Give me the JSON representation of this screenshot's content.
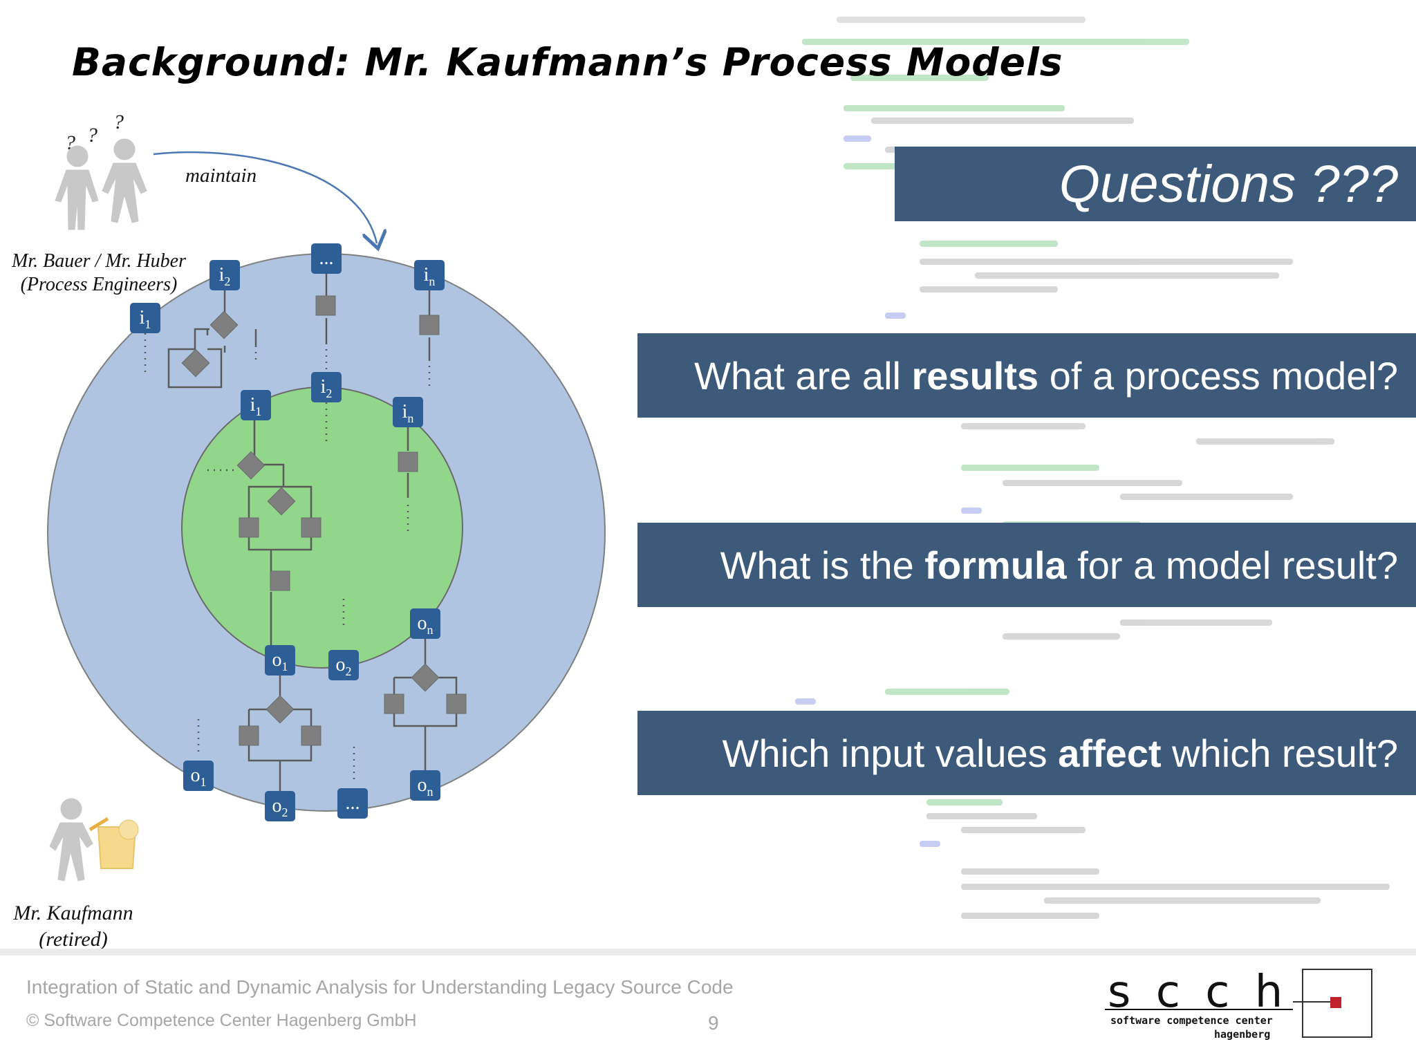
{
  "slide": {
    "title": "Background: Mr. Kaufmann’s Process Models",
    "page_number": "9"
  },
  "diagram": {
    "maintain_label": "maintain",
    "question_marks": [
      "?",
      "?",
      "?"
    ],
    "engineers_caption_line1": "Mr. Bauer / Mr. Huber",
    "engineers_caption_line2": "(Process Engineers)",
    "retired_caption_line1": "Mr. Kaufmann",
    "retired_caption_line2": "(retired)",
    "outer_inputs": [
      {
        "base": "i",
        "sub": "1"
      },
      {
        "base": "i",
        "sub": "2"
      },
      {
        "base": "...",
        "sub": ""
      },
      {
        "base": "i",
        "sub": "n"
      }
    ],
    "inner_inputs": [
      {
        "base": "i",
        "sub": "1"
      },
      {
        "base": "i",
        "sub": "2"
      },
      {
        "base": "i",
        "sub": "n"
      }
    ],
    "inner_outputs": [
      {
        "base": "o",
        "sub": "1"
      },
      {
        "base": "o",
        "sub": "2"
      },
      {
        "base": "o",
        "sub": "n"
      }
    ],
    "outer_outputs": [
      {
        "base": "o",
        "sub": "1"
      },
      {
        "base": "o",
        "sub": "2"
      },
      {
        "base": "...",
        "sub": ""
      },
      {
        "base": "o",
        "sub": "n"
      }
    ],
    "colors": {
      "outer_circle": "#afc4e1",
      "inner_circle": "#92d68c",
      "node": "#2d5f96",
      "gateway": "#7f7f7f",
      "banner": "#3e5a7b"
    }
  },
  "questions": {
    "heading": "Questions ???",
    "items": [
      {
        "before": "What are all ",
        "bold": "results",
        "after": " of a process model?"
      },
      {
        "before": "What is the ",
        "bold": "formula",
        "after": " for a model result?"
      },
      {
        "before": "Which input values ",
        "bold": "affect",
        "after": " which result?"
      }
    ]
  },
  "footer": {
    "talk_title": "Integration of Static and Dynamic Analysis for Understanding Legacy Source Code",
    "copyright": "© Software Competence Center Hagenberg GmbH"
  },
  "logo": {
    "letters": "s c c h",
    "line1": "software competence center",
    "line2": "hagenberg",
    "accent": "#c0202a"
  }
}
